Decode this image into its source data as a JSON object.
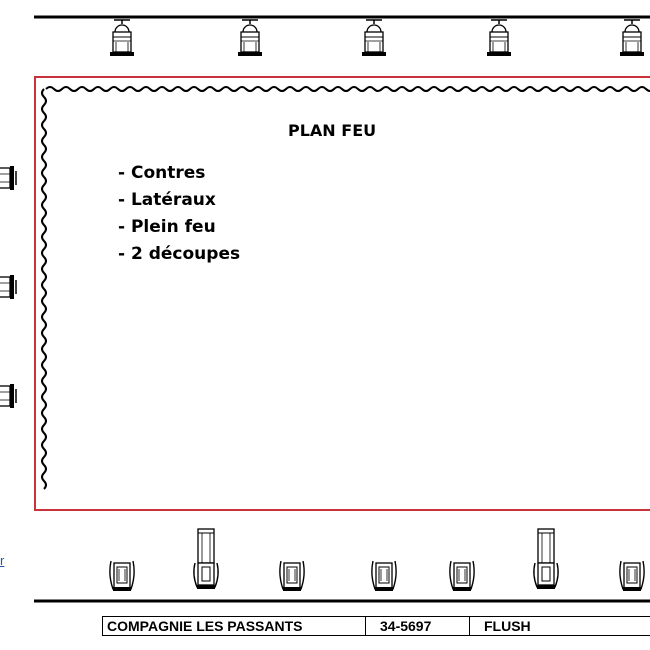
{
  "plan": {
    "title": "PLAN FEU",
    "notes": [
      "- Contres",
      "- Latéraux",
      "- Plein feu",
      "- 2 découpes"
    ]
  },
  "side_link": "r",
  "title_block": {
    "company": "COMPAGNIE LES PASSANTS",
    "reference": "34-5697",
    "name": "FLUSH"
  },
  "fixtures": {
    "top_row": [
      "par-fixture",
      "par-fixture",
      "par-fixture",
      "par-fixture",
      "par-fixture"
    ],
    "left_column": [
      "par-fixture",
      "par-fixture",
      "par-fixture"
    ],
    "bottom_row": [
      "par-fixture",
      "profile-fixture",
      "par-fixture",
      "par-fixture",
      "par-fixture",
      "profile-fixture",
      "par-fixture"
    ]
  },
  "colors": {
    "stage_outline": "#c8323c",
    "lines": "#000000",
    "link": "#1f5aa8"
  }
}
